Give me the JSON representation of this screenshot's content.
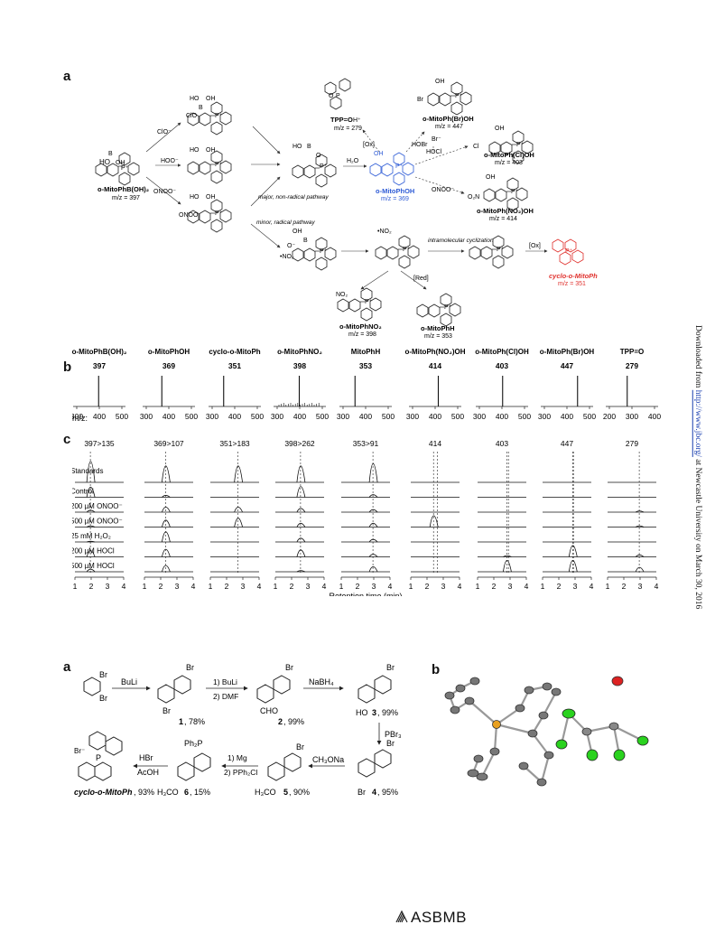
{
  "side_note": {
    "prefix": "Downloaded from ",
    "link": "http://www.jbc.org/",
    "suffix": " at Newcastle University on March 30, 2016"
  },
  "panel_labels": {
    "a_top": "a",
    "b": "b",
    "c": "c",
    "a_bottom": "a",
    "b_bottom": "b"
  },
  "scheme_top": {
    "start_name": "o-MitoPhB(OH)₂",
    "start_mz": "m/z = 397",
    "oxidants": [
      "ClO⁻",
      "HOO⁻",
      "ONOO⁻"
    ],
    "nonradical": "major, non-radical pathway",
    "radical": "minor, radical pathway",
    "h2o": "H₂O",
    "phenol_name": "o-MitoPhOH",
    "phenol_mz": "m/z = 369",
    "tppo_name": "TPP=O",
    "tppo_h": "H⁺",
    "tppo_mz": "m/z = 279",
    "ox1": "[Ox]",
    "br_name": "o-MitoPh(Br)OH",
    "br_mz": "m/z = 447",
    "hobr": "HOBr",
    "br_minus": "Br⁻",
    "cl_name": "o-MitoPh(Cl)OH",
    "cl_mz": "m/z = 403",
    "hocl": "HOCl",
    "no2oh_name": "o-MitoPh(NO₂)OH",
    "no2oh_mz": "m/z = 414",
    "onoo2": "ONOO⁻",
    "cyclization": "intramolecular cyclization",
    "ox2": "[Ox]",
    "cyclo_name": "cyclo-o-MitoPh",
    "cyclo_mz": "m/z = 351",
    "red": "[Red]",
    "no2_name": "o-MitoPhNO₂",
    "no2_mz": "m/z = 398",
    "h_name": "o-MitoPhH",
    "h_mz": "m/z = 353",
    "radical_labels": [
      "•NO₂",
      "•NO₂"
    ],
    "atoms": {
      "ho": "HO",
      "oh": "OH",
      "b": "B",
      "p": "P",
      "p_plus": "P⁺",
      "o": "O",
      "o_minus": "O⁻",
      "clo": "ClO",
      "ooo": "ONOO",
      "no2": "NO₂",
      "o2n": "O₂N",
      "br": "Br",
      "cl": "Cl"
    }
  },
  "ms_panel": {
    "axis_label": "m/z:",
    "tick_labels": [
      "300",
      "400",
      "500"
    ],
    "tppo_tick_labels": [
      "200",
      "300",
      "400"
    ],
    "spectra": [
      {
        "name": "o-MitoPhB(OH)₂",
        "peak": "397"
      },
      {
        "name": "o-MitoPhOH",
        "peak": "369"
      },
      {
        "name": "cyclo-o-MitoPh",
        "peak": "351"
      },
      {
        "name": "o-MitoPhNO₂",
        "peak": "398"
      },
      {
        "name": "MitoPhH",
        "peak": "353"
      },
      {
        "name": "o-MitoPh(NO₂)OH",
        "peak": "414"
      },
      {
        "name": "o-MitoPh(Cl)OH",
        "peak": "403"
      },
      {
        "name": "o-MitoPh(Br)OH",
        "peak": "447"
      },
      {
        "name": "TPP=O",
        "peak": "279"
      }
    ]
  },
  "lc_panel": {
    "transitions": [
      "397>135",
      "369>107",
      "351>183",
      "398>262",
      "353>91",
      "414",
      "403",
      "447",
      "279"
    ],
    "rows": [
      "Standards",
      "Control",
      "200 µM ONOO⁻",
      "500 µM ONOO⁻",
      "25 mM H₂O₂",
      "200 µM HOCl",
      "500 µM HOCl"
    ],
    "axis_ticks": [
      "1",
      "2",
      "3",
      "4"
    ],
    "xlabel": "Retention time (min)"
  },
  "synthesis": {
    "reagents": [
      "BuLi",
      "1) BuLi",
      "2) DMF",
      "NaBH₄",
      "PBr₃",
      "CH₃ONa",
      "1) Mg",
      "2) PPh₂Cl",
      "HBr",
      "AcOH"
    ],
    "compounds": [
      {
        "num": "1",
        "yield": ", 78%"
      },
      {
        "num": "2",
        "yield": ", 99%"
      },
      {
        "num": "3",
        "yield": ", 99%"
      },
      {
        "num": "4",
        "yield": ", 95%"
      },
      {
        "num": "5",
        "yield": ", 90%"
      },
      {
        "num": "6",
        "yield": ", 15%"
      }
    ],
    "final_name": "cyclo-o-MitoPh",
    "final_yield": ", 93%",
    "atoms": {
      "br": "Br",
      "cho": "CHO",
      "ho": "HO",
      "h3co": "H₃CO",
      "ph2p": "Ph₂P",
      "p": "P",
      "br_minus": "Br⁻"
    }
  },
  "footer_logo": "ASBMB",
  "colors": {
    "blue": "#2f5cd6",
    "red": "#e0322e",
    "green": "#2ad21e",
    "gray_atom": "#8a8a8a",
    "p_atom": "#e8a020",
    "o_atom": "#d22"
  }
}
